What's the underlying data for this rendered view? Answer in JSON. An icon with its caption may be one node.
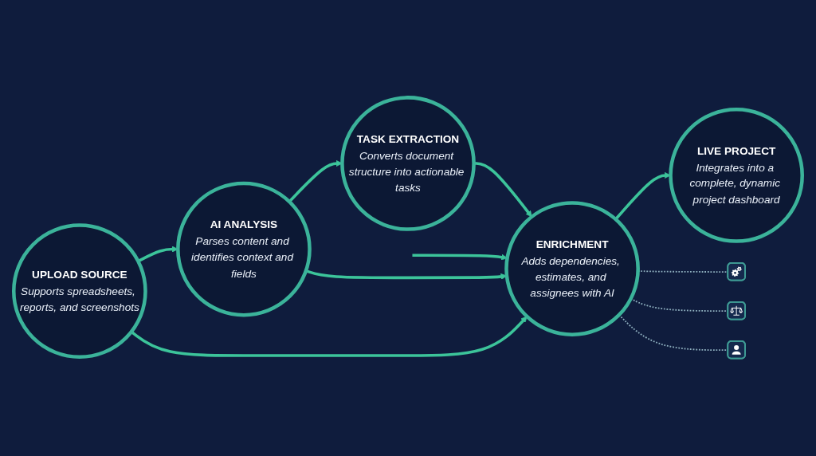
{
  "diagram": {
    "nodes": [
      {
        "text": [
          "UPLOAD SOURCE",
          "Supports spreadsheets, reports, and screenshots"
        ]
      },
      {
        "text": [
          "AI ANALYSIS",
          "Parses content and identifies context and fields"
        ]
      },
      {
        "text": [
          "TASK EXTRACTION",
          "Converts document structure into actionable tasks"
        ]
      },
      {
        "text": [
          "ENRICHMENT",
          "Adds dependencies, estimates, and assignees with AI"
        ]
      },
      {
        "text": [],
        "shape": "picture"
      },
      {
        "text": [],
        "shape": "picture"
      },
      {
        "text": [],
        "shape": "picture"
      },
      {
        "text": [
          "LIVE PROJECT",
          "Integrates into a complete, dynamic project dashboard"
        ]
      }
    ],
    "edges": [
      {
        "from": 0,
        "to": 1,
        "arrow": "to"
      },
      {
        "from": 1,
        "to": 2,
        "arrow": "to"
      },
      {
        "from": 2,
        "to": 3,
        "arrow": "to"
      },
      {
        "from": 3,
        "to": 7,
        "arrow": "to"
      },
      {
        "from": 0,
        "to": 3,
        "arrow": "to"
      },
      {
        "from": 1,
        "to": 3,
        "arrow": "to"
      },
      {
        "from": null,
        "to": 3,
        "arrow": "to"
      },
      {
        "from": 3,
        "to": 4,
        "arrow": "none",
        "style": "dashed",
        "color": "#8fb0bf"
      },
      {
        "from": 3,
        "to": 5,
        "arrow": "none",
        "style": "dashed",
        "color": "#8fb0bf"
      },
      {
        "from": 3,
        "to": 6,
        "arrow": "none",
        "style": "dashed",
        "color": "#8fb0bf"
      }
    ]
  }
}
